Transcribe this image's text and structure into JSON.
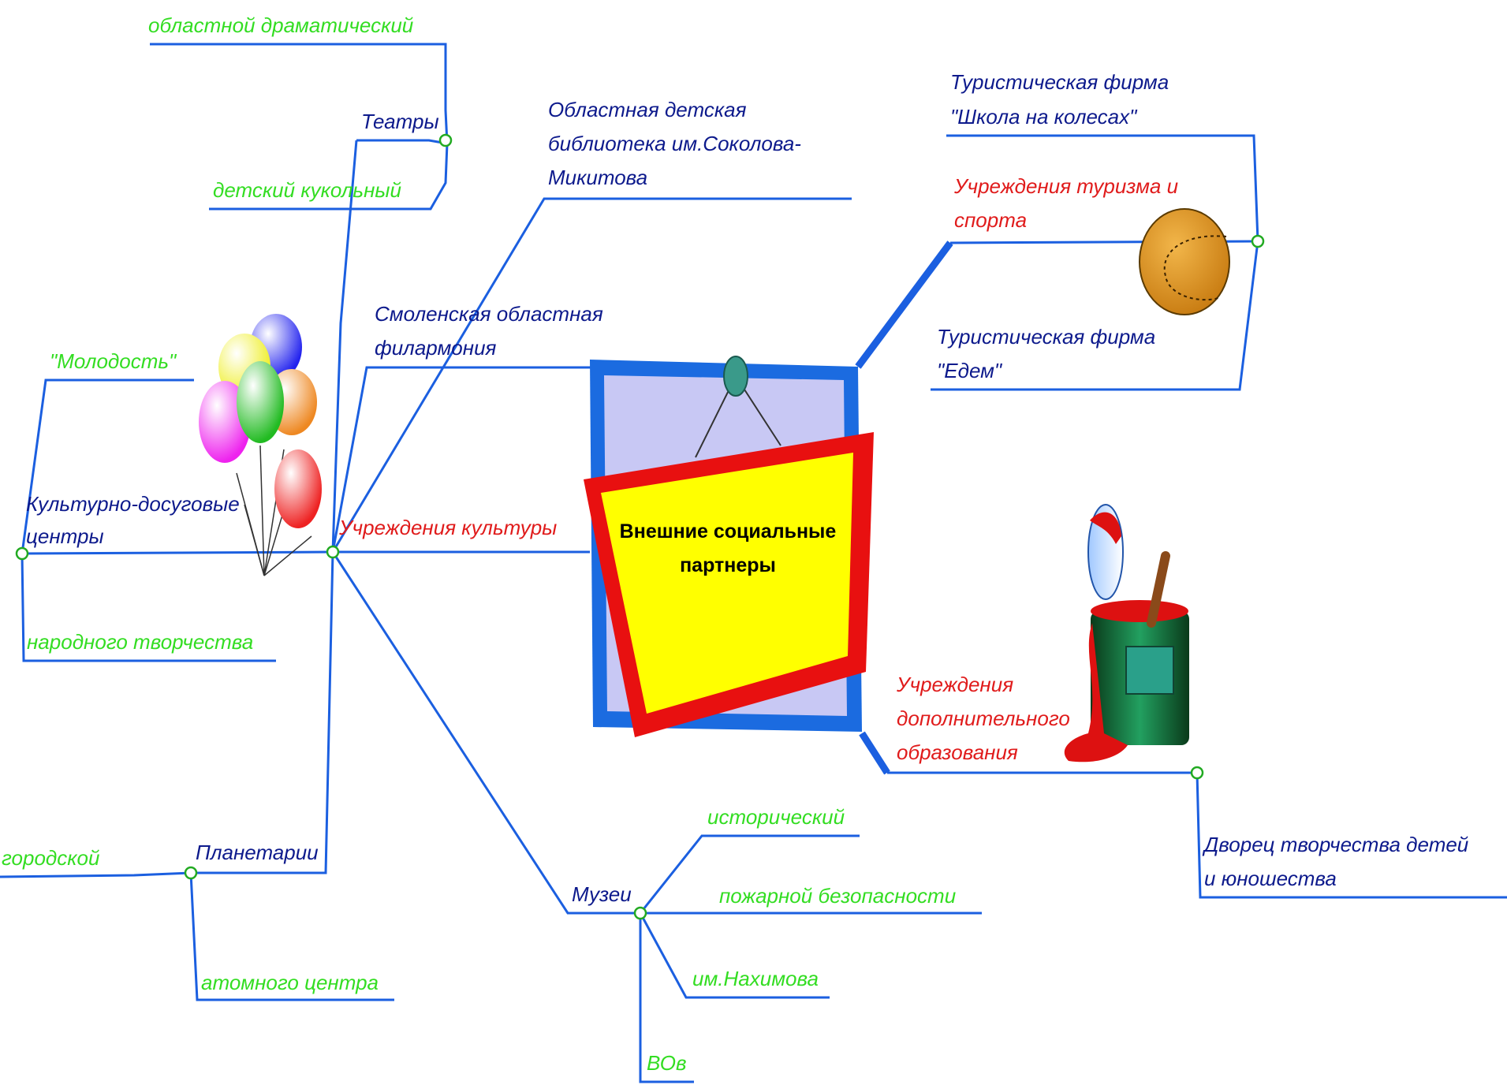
{
  "center": {
    "line1": "Внешние социальные",
    "line2": "партнеры"
  },
  "branches": {
    "culture": {
      "label": "Учреждения культуры",
      "theatres": {
        "label": "Театры",
        "children": [
          "областной драматический",
          "детский кукольный"
        ]
      },
      "library": {
        "lines": [
          "Областная детская",
          "библиотека им.Соколова-",
          "Микитова"
        ]
      },
      "philharmonic": {
        "lines": [
          "Смоленская областная",
          "филармония"
        ]
      },
      "leisure": {
        "lines": [
          "Культурно-досуговые",
          "центры"
        ],
        "children": [
          "\"Молодость\"",
          "народного творчества"
        ]
      },
      "planetariums": {
        "label": "Планетарии",
        "children": [
          "городской",
          "атомного центра"
        ]
      },
      "museums": {
        "label": "Музеи",
        "children": [
          "исторический",
          "пожарной безопасности",
          "им.Нахимова",
          "ВОв"
        ]
      }
    },
    "tourism": {
      "lines": [
        "Учреждения туризма и",
        "спорта"
      ],
      "children": [
        {
          "lines": [
            "Туристическая фирма",
            "\"Школа на колесах\""
          ]
        },
        {
          "lines": [
            "Туристическая фирма",
            "\"Едем\""
          ]
        }
      ]
    },
    "education": {
      "lines": [
        "Учреждения",
        "дополнительного",
        "образования"
      ],
      "children": [
        {
          "lines": [
            "Дворец творчества детей",
            "и юношества"
          ]
        }
      ]
    }
  },
  "colors": {
    "line": "#1b5fe0",
    "level1_text": "#e01b1b",
    "level2_text": "#0d1a8c",
    "level3_text": "#33dd22",
    "node_stroke": "#22aa22",
    "frame_blue": "#1b6be0",
    "panel_lavender": "#c8c8f4",
    "sign_red": "#e81010",
    "sign_yellow": "#ffff00"
  },
  "icons": [
    "balloons-icon",
    "baseball-icon",
    "paint-bucket-icon",
    "pin-icon"
  ]
}
